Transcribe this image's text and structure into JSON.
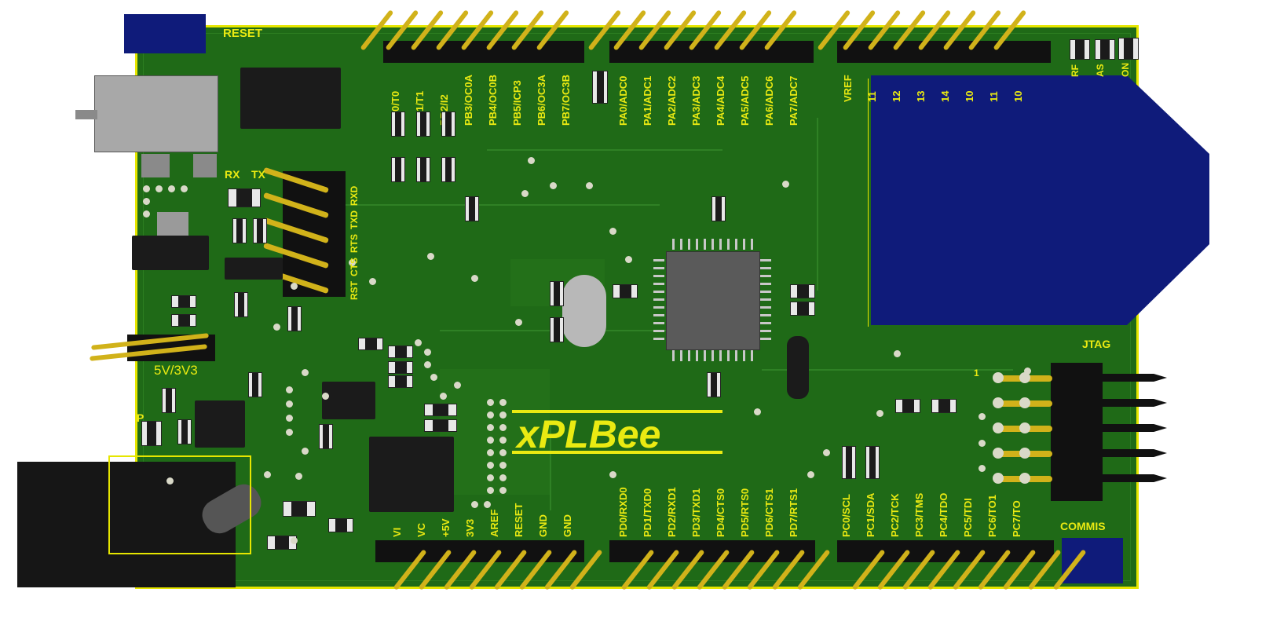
{
  "board": {
    "logo_text": "xPLBee",
    "labels": {
      "reset": "RESET",
      "rx": "RX",
      "tx": "TX",
      "jumper": "5V/3V3",
      "jtag": "JTAG",
      "commis": "COMMIS",
      "jtag_pin1": "1",
      "power_letter": "P"
    },
    "uart_header_labels": [
      "RST",
      "CTS",
      "RTS",
      "TXD",
      "RXD"
    ],
    "top_left_header_labels": [
      "PB0/T0",
      "PB1/T1",
      "PB2/I2",
      "PB3/OC0A",
      "PB4/OC0B",
      "PB5/ICP3",
      "PB6/OC3A",
      "PB7/OC3B"
    ],
    "top_mid_header_labels": [
      "PA0/ADC0",
      "PA1/ADC1",
      "PA2/ADC2",
      "PA3/ADC3",
      "PA4/ADC4",
      "PA5/ADC5",
      "PA6/ADC6",
      "PA7/ADC7"
    ],
    "top_right_header_labels": [
      "VREF",
      "11",
      "12",
      "13",
      "14",
      "10",
      "11",
      "10"
    ],
    "top_right_leds": [
      "RF",
      "AS",
      "ON"
    ],
    "bottom_left_header_labels": [
      "VI",
      "VC",
      "+5V",
      "3V3",
      "AREF",
      "RESET",
      "GND",
      "GND"
    ],
    "bottom_mid_header_labels": [
      "PD0/RXD0",
      "PD1/TXD0",
      "PD2/RXD1",
      "PD3/TXD1",
      "PD4/CTS0",
      "PD5/RTS0",
      "PD6/CTS1",
      "PD7/RTS1"
    ],
    "bottom_right_header_labels": [
      "PC0/SCL",
      "PC1/SDA",
      "PC2/TCK",
      "PC3/TMS",
      "PC4/TDO",
      "PC5/TDI",
      "PC6/TO1",
      "PC7/TO"
    ]
  },
  "colors": {
    "pcb": "#1f6a17",
    "silkscreen": "#eaea12",
    "header": "#111111",
    "pin": "#d1b21a",
    "rf_module": "#0f1b7a"
  }
}
